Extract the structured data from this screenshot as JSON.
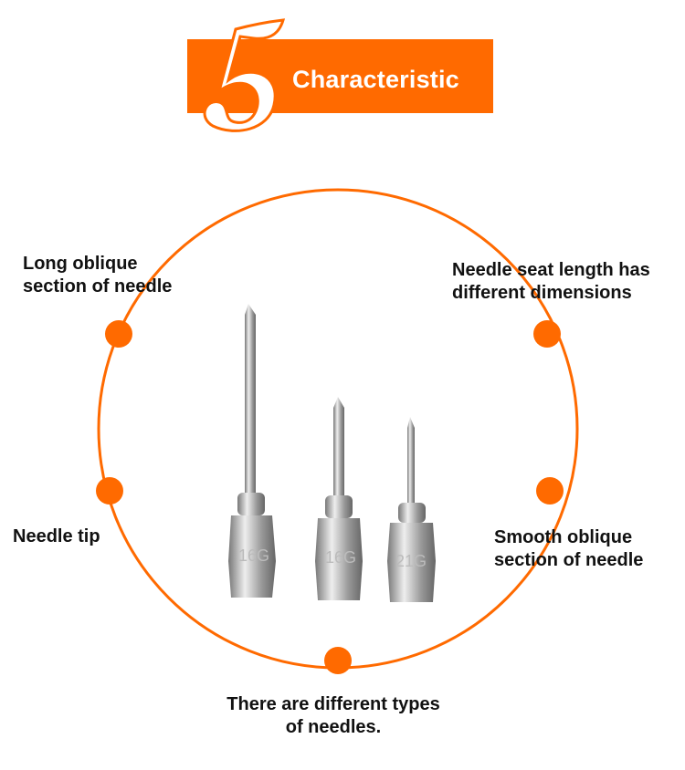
{
  "header": {
    "number": "5",
    "title": "Characteristic"
  },
  "colors": {
    "accent": "#ff6a00",
    "text": "#111111"
  },
  "features": [
    {
      "label_line1": "Long oblique",
      "label_line2": "section of needle"
    },
    {
      "label_line1": "Needle seat length has",
      "label_line2": "different dimensions"
    },
    {
      "label_line1": "Needle tip",
      "label_line2": ""
    },
    {
      "label_line1": "Smooth oblique",
      "label_line2": "section of needle"
    },
    {
      "label_line1": "There are different types",
      "label_line2": "of needles."
    }
  ],
  "product": {
    "needle_gauges": [
      "16G",
      "16G",
      "21G"
    ]
  }
}
